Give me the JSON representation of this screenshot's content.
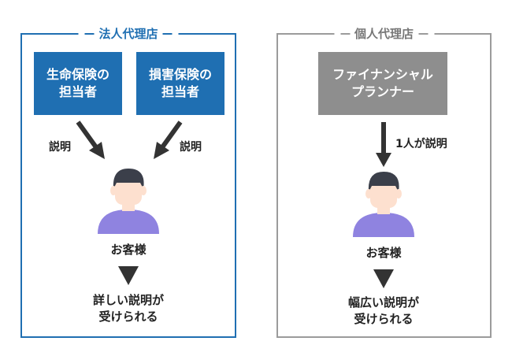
{
  "left": {
    "title": "法人代理店",
    "box1": "生命保険の\n担当者",
    "box2": "損害保険の\n担当者",
    "explain_left": "説明",
    "explain_right": "説明",
    "customer": "お客様",
    "result": "詳しい説明が\n受けられる"
  },
  "right": {
    "title": "個人代理店",
    "box": "ファイナンシャル\nプランナー",
    "explain": "1人が説明",
    "customer": "お客様",
    "result": "幅広い説明が\n受けられる"
  },
  "colors": {
    "accent_blue": "#1f6fb2",
    "planner_gray": "#8e8e8e",
    "person_shirt": "#8f83e0",
    "person_skin": "#fde0cf",
    "person_hair": "#3b3f4a"
  }
}
